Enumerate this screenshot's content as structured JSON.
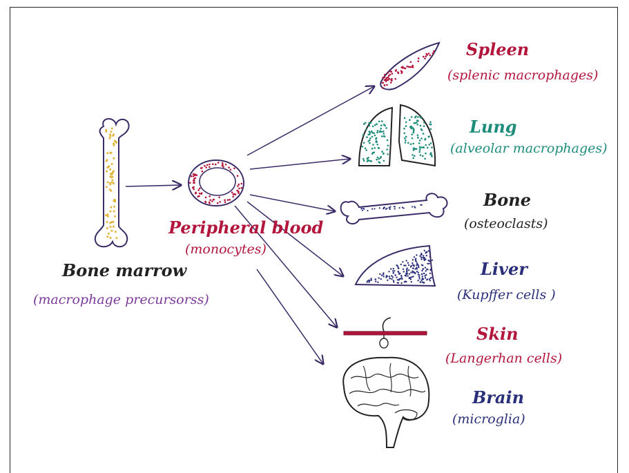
{
  "colors": {
    "ink": "#3a2a66",
    "red": "#b3163c",
    "teal": "#1e8c7a",
    "navy": "#2a2f7a",
    "black": "#222222",
    "purple": "#7a3a9a",
    "yellow": "#e0b43a"
  },
  "source": {
    "name": "Bone marrow",
    "detail": "(macrophage precursorss)"
  },
  "hub": {
    "name": "Peripheral blood",
    "detail": "(monocytes)"
  },
  "targets": [
    {
      "id": "spleen",
      "name": "Spleen",
      "detail": "(splenic macrophages)",
      "color": "#b3163c"
    },
    {
      "id": "lung",
      "name": "Lung",
      "detail": "(alveolar macrophages)",
      "color": "#1e8c7a"
    },
    {
      "id": "bone",
      "name": "Bone",
      "detail": "(osteoclasts)",
      "color": "#222222"
    },
    {
      "id": "liver",
      "name": "Liver",
      "detail": "(Kupffer cells )",
      "color": "#2a2f7a"
    },
    {
      "id": "skin",
      "name": "Skin",
      "detail": "(Langerhan cells)",
      "color": "#b3163c"
    },
    {
      "id": "brain",
      "name": "Brain",
      "detail": "(microglia)",
      "color": "#2a2f7a"
    }
  ]
}
